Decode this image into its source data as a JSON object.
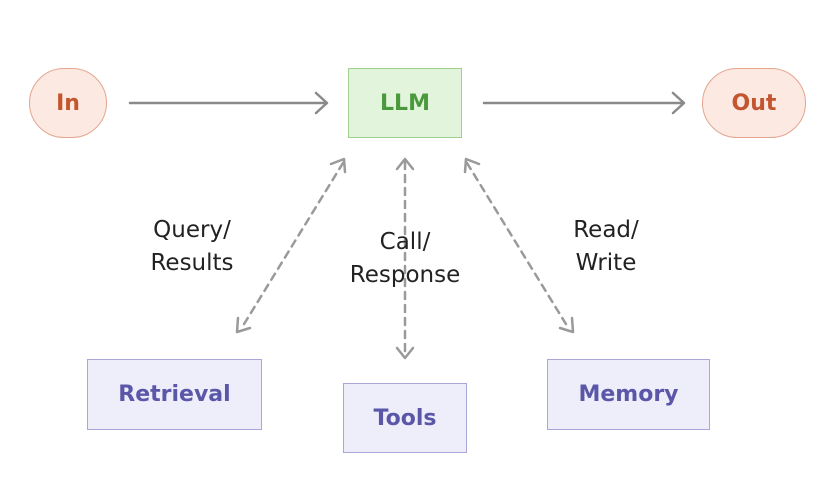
{
  "nodes": {
    "in": "In",
    "llm": "LLM",
    "out": "Out",
    "retrieval": "Retrieval",
    "tools": "Tools",
    "memory": "Memory"
  },
  "edges": {
    "retrieval_line1": "Query/",
    "retrieval_line2": "Results",
    "tools_line1": "Call/",
    "tools_line2": "Response",
    "memory_line1": "Read/",
    "memory_line2": "Write"
  },
  "colors": {
    "io_fill": "#fbe9e2",
    "io_text": "#c4562f",
    "llm_fill": "#e3f4dc",
    "llm_text": "#4a9a3d",
    "component_fill": "#eeedfa",
    "component_text": "#5b57a8",
    "arrow": "#8a8a8a"
  }
}
